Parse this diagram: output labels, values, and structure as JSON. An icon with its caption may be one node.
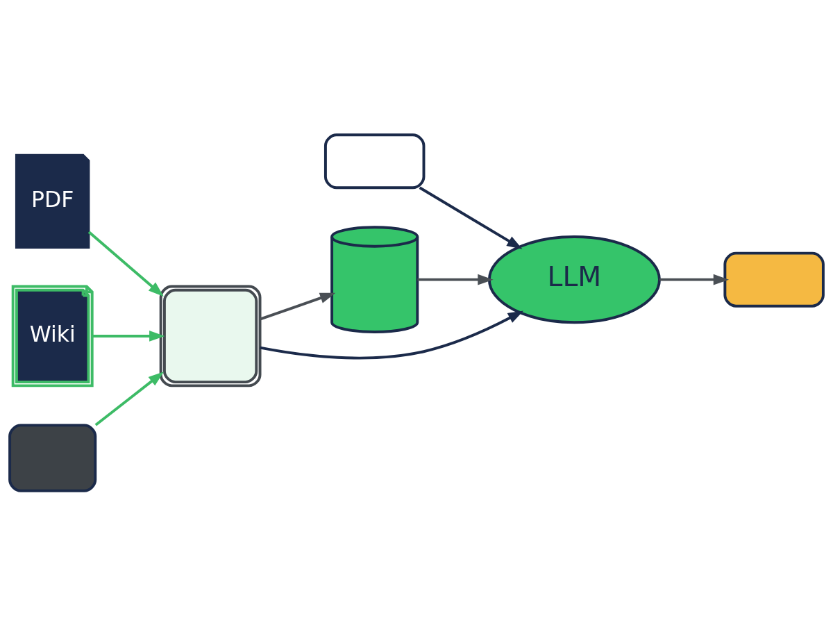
{
  "diagram": {
    "nodes": [
      {
        "text": [],
        "shape": "bubble"
      },
      {
        "text": [
          "PDF"
        ]
      },
      {
        "text": [
          "Wiki"
        ]
      },
      {
        "text": [],
        "shape": "envelope"
      },
      {
        "text": [],
        "shape": "chip"
      },
      {
        "text": [],
        "shape": "cylinder"
      },
      {
        "text": [
          "LLM"
        ]
      },
      {
        "text": [],
        "shape": "bubble"
      }
    ],
    "edges": [
      {
        "from": 1,
        "to": 4,
        "arrow": "to",
        "color": "#3dbb66"
      },
      {
        "from": 2,
        "to": 4,
        "arrow": "to",
        "color": "#3dbb66"
      },
      {
        "from": 3,
        "to": 4,
        "arrow": "to",
        "color": "#3dbb66"
      },
      {
        "from": 0,
        "to": 6,
        "arrow": "to",
        "color": "#1b2a4a"
      },
      {
        "from": 4,
        "to": 6,
        "arrow": "to",
        "color": "#1b2a4a"
      },
      {
        "from": 4,
        "to": 5,
        "arrow": "to",
        "color": "#4a4f55"
      },
      {
        "from": 5,
        "to": 6,
        "arrow": "to",
        "color": "#4a4f55"
      },
      {
        "from": 6,
        "to": 7,
        "arrow": "to",
        "color": "#4a4f55"
      }
    ]
  }
}
